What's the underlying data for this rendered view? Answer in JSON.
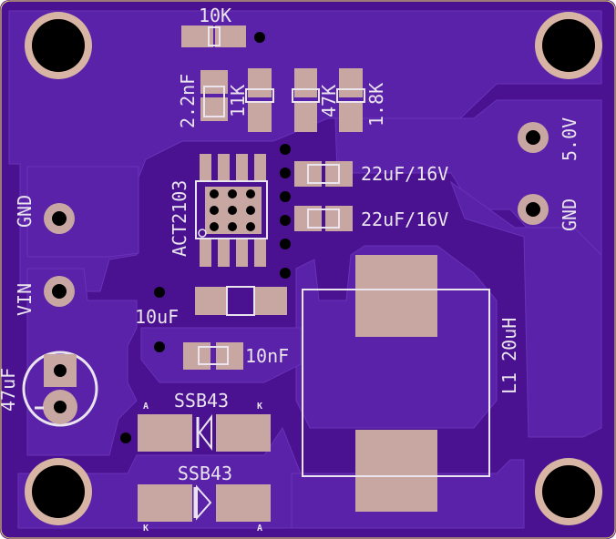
{
  "labels": {
    "r_10k": "10K",
    "c_2n2": "2.2nF",
    "r_11k": "11K",
    "r_47k": "47K",
    "r_1k8": "1.8K",
    "c_22u_a": "22uF/16V",
    "c_22u_b": "22uF/16V",
    "ic": "ACT2103",
    "out_5v": "5.0V",
    "gnd_right": "GND",
    "gnd_left": "GND",
    "vin": "VIN",
    "c_10u": "10uF",
    "c_10n": "10nF",
    "inductor": "L1 20uH",
    "c_47u": "47uF",
    "diode_a": "SSB43",
    "diode_b": "SSB43",
    "anode_a": "A",
    "cathode_a": "K",
    "cathode_b": "K",
    "anode_b": "A"
  },
  "colors": {
    "board": "#4a1290",
    "copper_pour": "#5a22a8",
    "pad": "#c8a7a3",
    "silkscreen": "#e9e4ee",
    "drill": "#000000",
    "edge": "#f0e060"
  }
}
